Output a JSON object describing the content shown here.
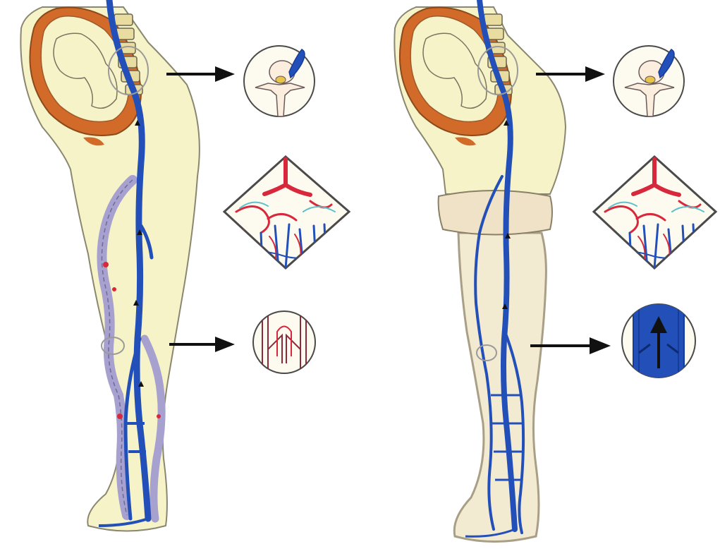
{
  "colors": {
    "background": "#ffffff",
    "skin": "#f7f3c8",
    "skin_outline": "#8a8770",
    "uterus": "#d26a2a",
    "vein": "#2350b8",
    "vein_dark": "#163c9a",
    "varicose": "#a7a1cf",
    "varicose_outline": "#6e6a9a",
    "artery": "#d8283c",
    "stocking": "#f3ead2",
    "stocking_outline": "#a89f86",
    "arrow": "#111111",
    "inset_border": "#4a4a4a"
  },
  "panels": [
    {
      "id": "without-stocking",
      "insets": [
        "vertebra-compression",
        "capillary-network",
        "vein-valve-open"
      ]
    },
    {
      "id": "with-stocking",
      "insets": [
        "vertebra-compression",
        "capillary-network",
        "vein-valve-closed-flow"
      ]
    }
  ],
  "icons": {
    "arrow": "right-arrow-icon",
    "flow": "up-arrow-icon"
  }
}
